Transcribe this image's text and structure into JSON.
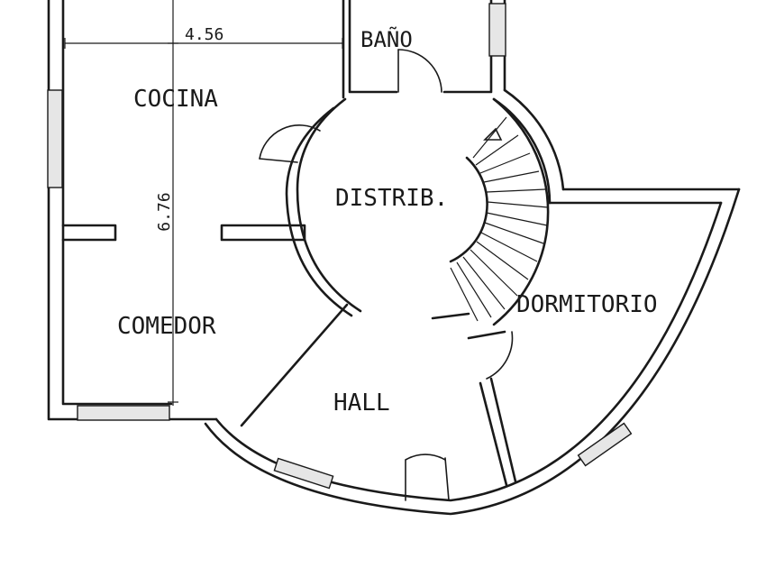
{
  "rooms": {
    "cocina": "COCINA",
    "bano": "BAÑO",
    "distrib": "DISTRIB.",
    "comedor": "COMEDOR",
    "dormitorio": "DORMITORIO",
    "hall": "HALL"
  },
  "dimensions": {
    "width": "4.56",
    "height": "6.76"
  }
}
